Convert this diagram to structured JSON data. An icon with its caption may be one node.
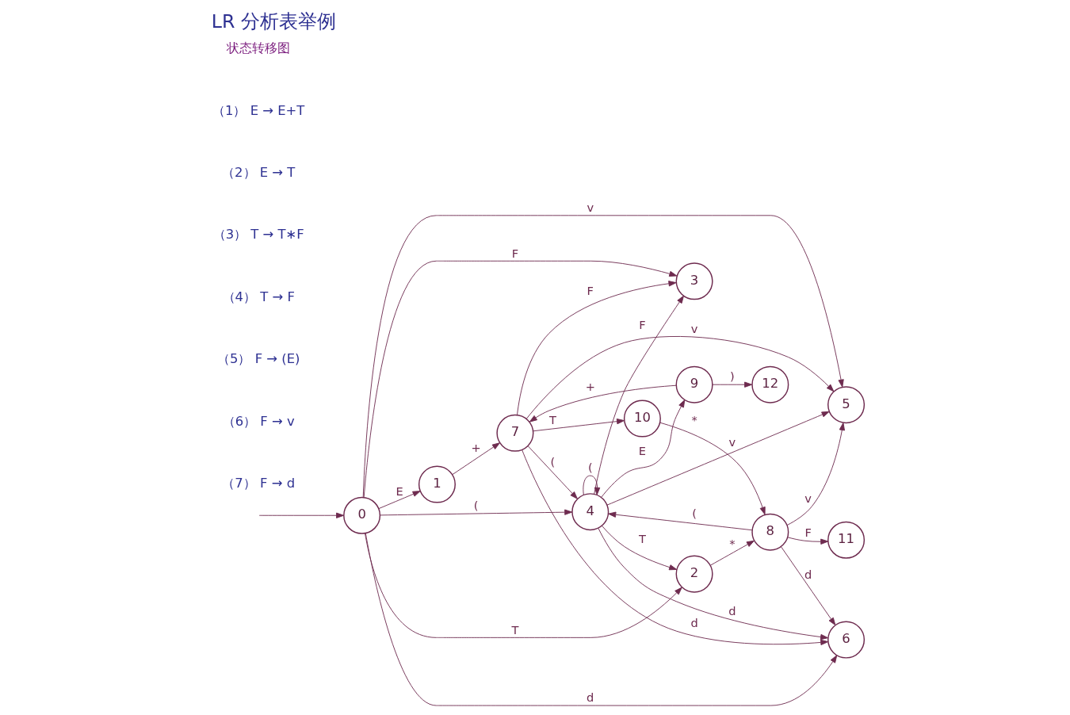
{
  "diagram": {
    "title": "LR 分析表举例",
    "nodes": [
      {
        "text": [
          "0"
        ]
      },
      {
        "text": [
          "1"
        ]
      },
      {
        "text": [
          "2"
        ]
      },
      {
        "text": [
          "3"
        ]
      },
      {
        "text": [
          "4"
        ]
      },
      {
        "text": [
          "5"
        ]
      },
      {
        "text": [
          "6"
        ]
      },
      {
        "text": [
          "7"
        ]
      },
      {
        "text": [
          "8"
        ]
      },
      {
        "text": [
          "9"
        ]
      },
      {
        "text": [
          "10"
        ]
      },
      {
        "text": [
          "11"
        ]
      },
      {
        "text": [
          "12"
        ]
      }
    ],
    "edges": [
      {
        "from": null,
        "to": 0,
        "arrow": "to"
      },
      {
        "from": 0,
        "to": 1,
        "label": "E",
        "arrow": "to"
      },
      {
        "from": 1,
        "to": 7,
        "label": "+",
        "arrow": "to"
      },
      {
        "from": 0,
        "to": 2,
        "label": "T",
        "arrow": "to"
      },
      {
        "from": 2,
        "to": 8,
        "label": "*",
        "arrow": "to"
      },
      {
        "from": 0,
        "to": 5,
        "label": "v",
        "arrow": "to"
      },
      {
        "from": 0,
        "to": 3,
        "label": "F",
        "arrow": "to"
      },
      {
        "from": 0,
        "to": 6,
        "label": "d",
        "arrow": "to"
      },
      {
        "from": 0,
        "to": 4,
        "label": "(",
        "arrow": "to"
      },
      {
        "from": 4,
        "to": 4,
        "label": "(",
        "arrow": "to"
      },
      {
        "from": 4,
        "to": 6,
        "label": "d",
        "arrow": "to"
      },
      {
        "from": 4,
        "to": 5,
        "label": "v",
        "arrow": "to"
      },
      {
        "from": 4,
        "to": 3,
        "label": "F",
        "arrow": "to"
      },
      {
        "from": 4,
        "to": 2,
        "label": "T",
        "arrow": "to"
      },
      {
        "from": 4,
        "to": 9,
        "label": "E",
        "arrow": "to"
      },
      {
        "from": 9,
        "to": 7,
        "label": "+",
        "arrow": "to"
      },
      {
        "from": 9,
        "to": 12,
        "label": ")",
        "arrow": "to"
      },
      {
        "from": 7,
        "to": 10,
        "label": "T",
        "arrow": "to"
      },
      {
        "from": 7,
        "to": 3,
        "label": "F",
        "arrow": "to"
      },
      {
        "from": 7,
        "to": 4,
        "label": "(",
        "arrow": "to"
      },
      {
        "from": 7,
        "to": 5,
        "label": "v",
        "arrow": "to"
      },
      {
        "from": 7,
        "to": 6,
        "label": "d",
        "arrow": "to"
      },
      {
        "from": 8,
        "to": 11,
        "label": "F",
        "arrow": "to"
      },
      {
        "from": 8,
        "to": 5,
        "label": "v",
        "arrow": "to"
      },
      {
        "from": 8,
        "to": 6,
        "label": "d",
        "arrow": "to"
      },
      {
        "from": 8,
        "to": 4,
        "label": "(",
        "arrow": "to"
      },
      {
        "from": 10,
        "to": 8,
        "label": "*",
        "arrow": "to"
      }
    ],
    "labels": [
      "状态转移图",
      "（1） E → E+T",
      "（2） E → T",
      "（3） T → T∗F",
      "（4） T → F",
      "（5） F → (E)",
      "（6） F → v",
      "（7） F → d"
    ]
  }
}
